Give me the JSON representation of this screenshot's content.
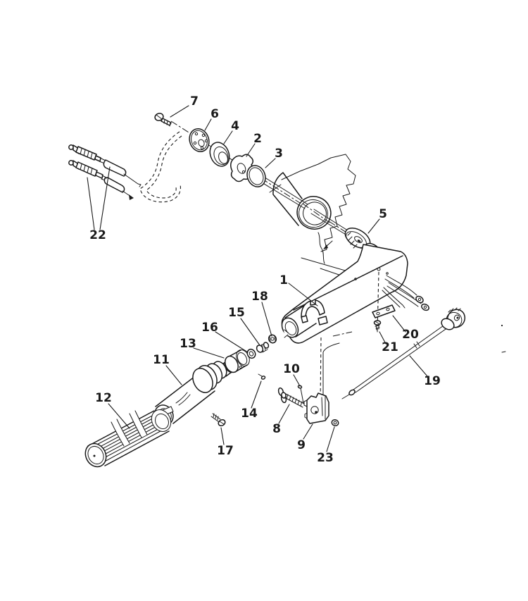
{
  "diagram": {
    "type": "exploded-parts-diagram",
    "subject": "tiller-handle-assembly",
    "callouts": [
      {
        "number": "1"
      },
      {
        "number": "2"
      },
      {
        "number": "3"
      },
      {
        "number": "4"
      },
      {
        "number": "5"
      },
      {
        "number": "6"
      },
      {
        "number": "7"
      },
      {
        "number": "8"
      },
      {
        "number": "9"
      },
      {
        "number": "10"
      },
      {
        "number": "11"
      },
      {
        "number": "12"
      },
      {
        "number": "13"
      },
      {
        "number": "14"
      },
      {
        "number": "15"
      },
      {
        "number": "16"
      },
      {
        "number": "17"
      },
      {
        "number": "18"
      },
      {
        "number": "19"
      },
      {
        "number": "20"
      },
      {
        "number": "21"
      },
      {
        "number": "22"
      },
      {
        "number": "23"
      }
    ]
  },
  "colors": {
    "background": "#ffffff",
    "ink": "#1a1a1a"
  }
}
